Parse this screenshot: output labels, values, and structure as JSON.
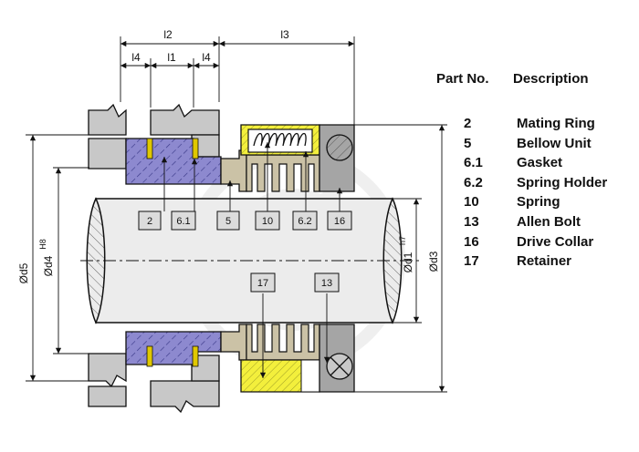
{
  "dimensions": {
    "l2": "l2",
    "l3": "l3",
    "l4_left": "l4",
    "l1": "l1",
    "l4_right": "l4",
    "d5": "Ød5",
    "d4": "Ød4",
    "d4_tol": "H8",
    "d1": "Ød1",
    "d1_tol": "h7",
    "d3": "Ød3"
  },
  "part_tags": {
    "t2": "2",
    "t6_1": "6.1",
    "t5": "5",
    "t10": "10",
    "t6_2": "6.2",
    "t16": "16",
    "t17": "17",
    "t13": "13"
  },
  "legend": {
    "header_no": "Part No.",
    "header_desc": "Description",
    "rows": [
      {
        "no": "2",
        "desc": "Mating Ring"
      },
      {
        "no": "5",
        "desc": "Bellow Unit"
      },
      {
        "no": "6.1",
        "desc": "Gasket"
      },
      {
        "no": "6.2",
        "desc": "Spring Holder"
      },
      {
        "no": "10",
        "desc": "Spring"
      },
      {
        "no": "13",
        "desc": "Allen Bolt"
      },
      {
        "no": "16",
        "desc": "Drive Collar"
      },
      {
        "no": "17",
        "desc": "Retainer"
      }
    ]
  },
  "colors": {
    "gland": "#c8c8c8",
    "mating_ring": "#8d89cf",
    "bellow": "#cbc2a6",
    "retainer": "#f3ef3c",
    "collar": "#a5a5a5",
    "shaft": "#ececec",
    "gasket": "#e0c800"
  }
}
